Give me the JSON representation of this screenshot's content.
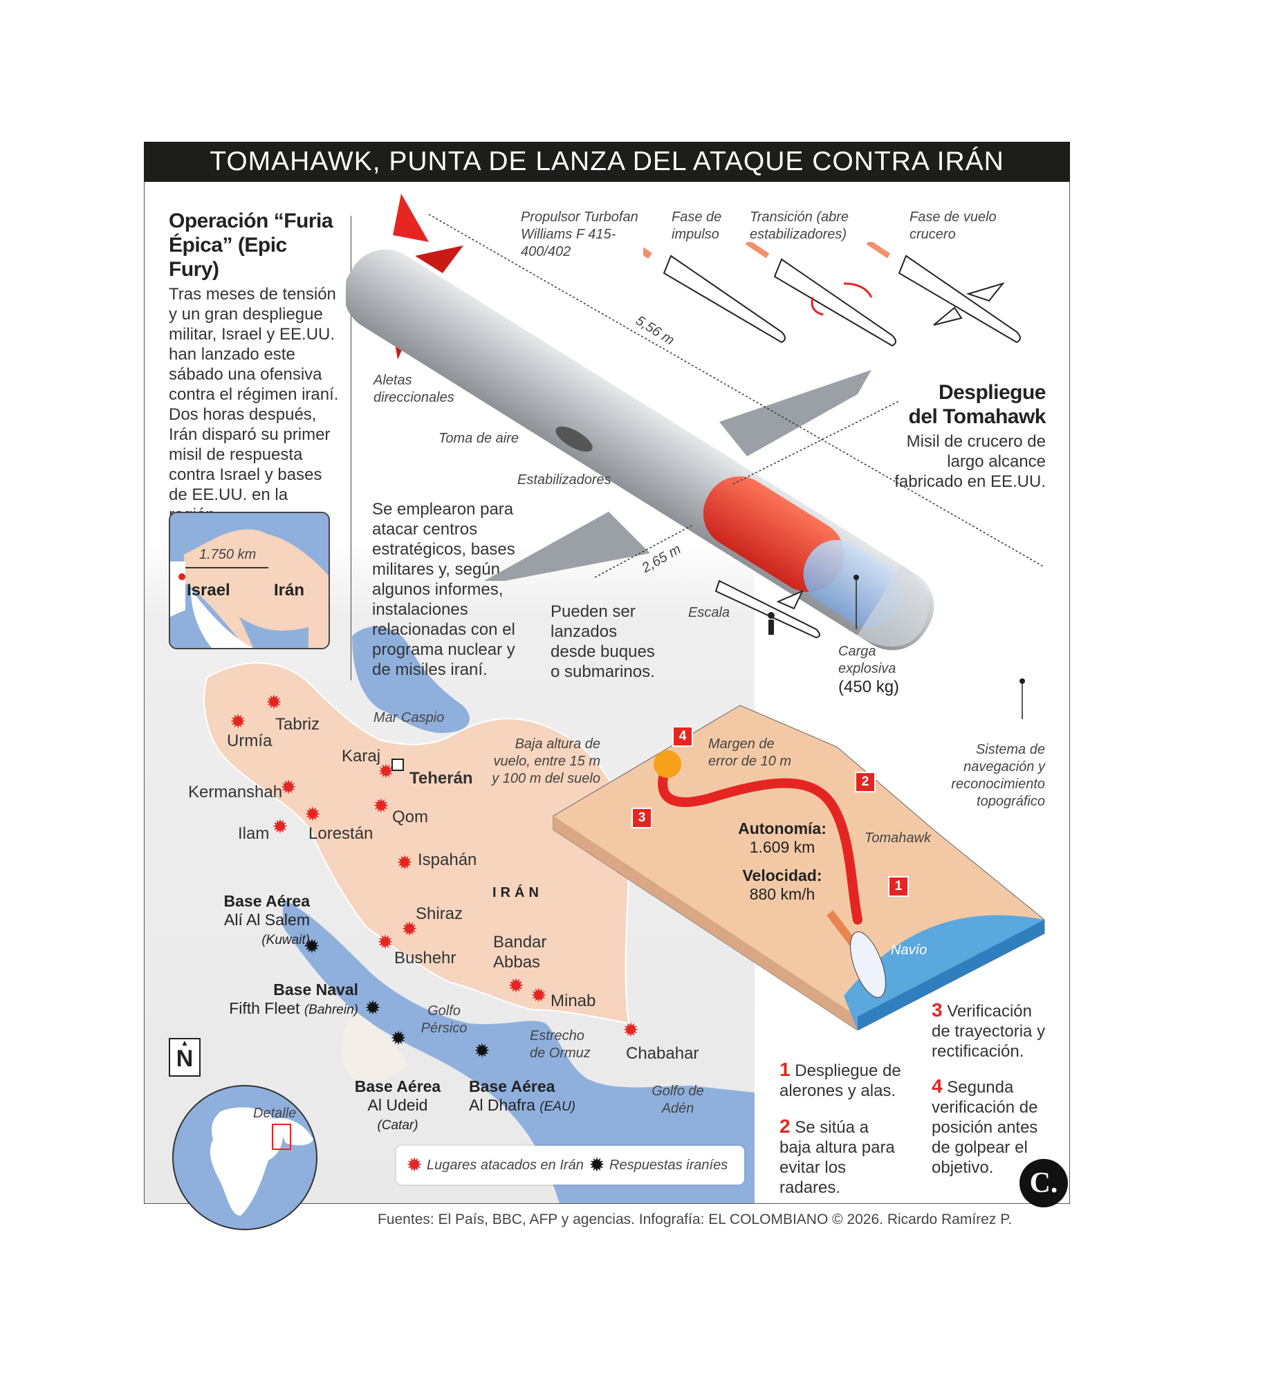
{
  "header": {
    "title": "TOMAHAWK, PUNTA DE LANZA DEL ATAQUE CONTRA IRÁN"
  },
  "intro": {
    "heading_line1": "Operación “Furia",
    "heading_line2": "Épica” (Epic Fury)",
    "body": "Tras meses de tensión y un gran despliegue militar, Israel y EE.UU. han lanzado este sábado una ofensiva contra el régimen iraní. Dos horas después, Irán disparó su primer misil de respuesta contra Israel y bases de EE.UU. en la región."
  },
  "inset_map": {
    "distance": "1.750 km",
    "israel": "Israel",
    "iran": "Irán"
  },
  "usage_text": "Se emplearon para atacar centros estratégicos, bases militares y, según algunos informes, instalaciones relacionadas con el programa nuclear y de misiles iraní.",
  "launch_text": "Pueden ser lanzados desde buques o submarinos.",
  "missile": {
    "propulsor": "Propulsor Turbofan Williams F 415-400/402",
    "phase_impulse": "Fase de impulso",
    "phase_transition": "Transición (abre estabilizadores)",
    "phase_cruise": "Fase de vuelo crucero",
    "length": "5,56 m",
    "span": "2,65 m",
    "fins": "Aletas direccionales",
    "air_intake": "Toma de aire",
    "stabilizers": "Estabilizadores",
    "scale": "Escala",
    "warhead_line1": "Carga",
    "warhead_line2": "explosiva",
    "warhead_weight": "(450 kg)",
    "navigation": "Sistema de navegación y reconocimiento topográfico",
    "deploy_title_line1": "Despliegue",
    "deploy_title_line2": "del Tomahawk",
    "deploy_desc": "Misil de crucero de largo alcance fabricado en EE.UU."
  },
  "terrain": {
    "low_altitude": "Baja altura de vuelo, entre 15 m y 100 m del suelo",
    "error_margin": "Margen de error de 10 m",
    "autonomy_label": "Autonomía:",
    "autonomy_value": "1.609 km",
    "speed_label": "Velocidad:",
    "speed_value": "880 km/h",
    "tomahawk": "Tomahawk",
    "ship": "Navío",
    "badges": [
      "1",
      "2",
      "3",
      "4"
    ]
  },
  "steps": [
    {
      "num": "1",
      "text": "Despliegue de alerones y alas."
    },
    {
      "num": "2",
      "text": "Se sitúa a baja altura para evitar los radares."
    },
    {
      "num": "3",
      "text": "Verificación de trayectoria y rectificación."
    },
    {
      "num": "4",
      "text": "Segunda verificación de posición antes de golpear el objetivo."
    }
  ],
  "map": {
    "sea_caspian": "Mar Caspio",
    "iran_label": "IRÁN",
    "gulf_persian": "Golfo Pérsico",
    "strait_hormuz": "Estrecho de Ormuz",
    "gulf_aden": "Golfo de Adén",
    "north": "N",
    "globe_detail": "Detalle",
    "cities": {
      "tabriz": "Tabriz",
      "urmia": "Urmía",
      "karaj": "Karaj",
      "tehran": "Teherán",
      "kermanshah": "Kermanshah",
      "qom": "Qom",
      "ilam": "Ilam",
      "lorestan": "Lorestán",
      "isfahan": "Ispahán",
      "shiraz": "Shiraz",
      "bushehr": "Bushehr",
      "bandar1": "Bandar",
      "bandar2": "Abbas",
      "minab": "Minab",
      "chabahar": "Chabahar"
    },
    "bases": {
      "kuwait_title": "Base Aérea",
      "kuwait_name": "Alí Al Salem",
      "kuwait_country": "(Kuwait)",
      "bahrain_title": "Base Naval",
      "bahrain_name": "Fifth Fleet",
      "bahrain_country": "(Bahrein)",
      "qatar_title": "Base Aérea",
      "qatar_name": "Al Udeid",
      "qatar_country": "(Catar)",
      "uae_title": "Base Aérea",
      "uae_name": "Al Dhafra",
      "uae_country": "(EAU)"
    }
  },
  "legend": {
    "attacked": "Lugares atacados en Irán",
    "responses": "Respuestas iraníes"
  },
  "footer": {
    "sources": "Fuentes: El País, BBC, AFP y agencias. Infografía: EL COLOMBIANO © 2026. Ricardo Ramírez P."
  },
  "logo": {
    "text": "C."
  },
  "colors": {
    "red": "#e52521",
    "land": "#f6d4bd",
    "sea": "#8fb0dc",
    "dark": "#1d1d1b"
  },
  "icons": [
    "attack-star-icon",
    "response-star-icon",
    "north-arrow-icon",
    "capital-icon",
    "person-icon"
  ]
}
